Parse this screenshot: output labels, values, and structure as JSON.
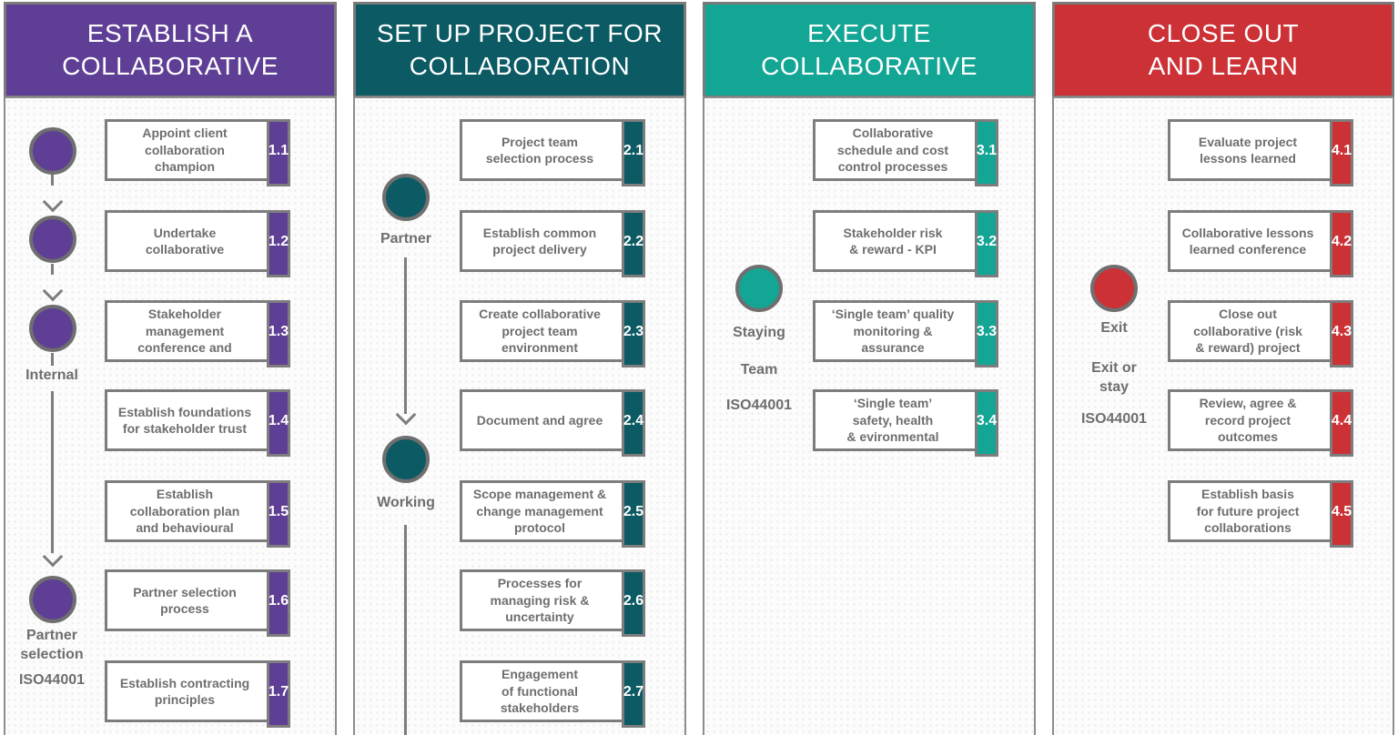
{
  "palette": {
    "purple": "#5f3f96",
    "dark_teal": "#0b5a64",
    "teal": "#13a695",
    "red": "#cc3136",
    "border_gray": "#7d7d7d",
    "text_gray": "#6e6e6e"
  },
  "columns": [
    {
      "title": "ESTABLISH A\nCOLLABORATIVE",
      "color": "#5f3f96",
      "boxes": [
        {
          "label": "Appoint client\ncollaboration\nchampion",
          "number": "1.1"
        },
        {
          "label": "Undertake\ncollaborative",
          "number": "1.2"
        },
        {
          "label": "Stakeholder\nmanagement\nconference and",
          "number": "1.3"
        },
        {
          "label": "Establish foundations\nfor stakeholder trust",
          "number": "1.4"
        },
        {
          "label": "Establish\ncollaboration plan\nand behavioural",
          "number": "1.5"
        },
        {
          "label": "Partner selection\nprocess",
          "number": "1.6"
        },
        {
          "label": "Establish contracting\nprinciples",
          "number": "1.7"
        }
      ],
      "side_labels": {
        "internal": "Internal",
        "partner_selection": "Partner\nselection",
        "iso": "ISO44001"
      }
    },
    {
      "title": "SET UP PROJECT FOR\nCOLLABORATION",
      "color": "#0b5a64",
      "boxes": [
        {
          "label": "Project team\nselection process",
          "number": "2.1"
        },
        {
          "label": "Establish common\nproject delivery",
          "number": "2.2"
        },
        {
          "label": "Create collaborative\nproject team\nenvironment",
          "number": "2.3"
        },
        {
          "label": "Document and agree",
          "number": "2.4"
        },
        {
          "label": "Scope management &\nchange management\nprotocol",
          "number": "2.5"
        },
        {
          "label": "Processes for\nmanaging risk &\nuncertainty",
          "number": "2.6"
        },
        {
          "label": "Engagement\nof functional\nstakeholders",
          "number": "2.7"
        }
      ],
      "side_labels": {
        "partner": "Partner",
        "working": "Working"
      }
    },
    {
      "title": "EXECUTE\nCOLLABORATIVE",
      "color": "#13a695",
      "boxes": [
        {
          "label": "Collaborative\nschedule and cost\ncontrol processes",
          "number": "3.1"
        },
        {
          "label": "Stakeholder risk\n& reward - KPI",
          "number": "3.2"
        },
        {
          "label": "‘Single team’ quality\nmonitoring &\nassurance",
          "number": "3.3"
        },
        {
          "label": "‘Single team’\nsafety, health\n& evironmental",
          "number": "3.4"
        }
      ],
      "side_labels": {
        "staying": "Staying",
        "team": "Team",
        "iso": "ISO44001"
      }
    },
    {
      "title": "CLOSE OUT\nAND LEARN",
      "color": "#cc3136",
      "boxes": [
        {
          "label": "Evaluate project\nlessons learned",
          "number": "4.1"
        },
        {
          "label": "Collaborative lessons\nlearned conference",
          "number": "4.2"
        },
        {
          "label": "Close out\ncollaborative (risk\n& reward) project",
          "number": "4.3"
        },
        {
          "label": "Review, agree &\nrecord project\noutcomes",
          "number": "4.4"
        },
        {
          "label": "Establish basis\nfor future project\ncollaborations",
          "number": "4.5"
        }
      ],
      "side_labels": {
        "exit": "Exit",
        "exit_or_stay": "Exit or\nstay",
        "iso": "ISO44001"
      }
    }
  ]
}
